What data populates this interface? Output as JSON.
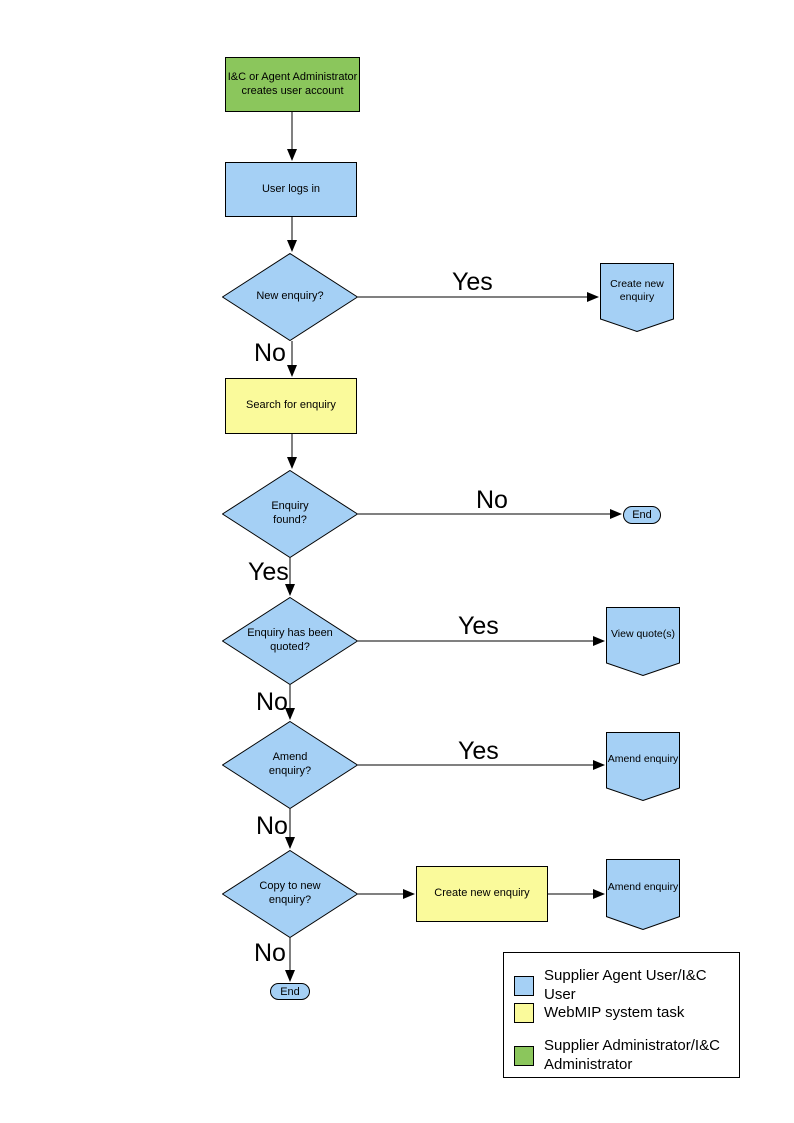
{
  "colors": {
    "user_task_fill": "#A5D0F5",
    "system_task_fill": "#FAFA9B",
    "admin_task_fill": "#8BC65C",
    "outline": "#000000"
  },
  "nodes": {
    "admin_creates_account": "I&C or Agent Administrator creates user account",
    "user_logs_in": "User logs in",
    "new_enquiry": "New enquiry?",
    "create_new_enquiry": "Create new enquiry",
    "search_for_enquiry": "Search for enquiry",
    "enquiry_found": "Enquiry found?",
    "end_not_found": "End",
    "enquiry_has_been_quoted": "Enquiry has been quoted?",
    "view_quotes": "View quote(s)",
    "amend_enquiry_question": "Amend enquiry?",
    "amend_enquiry": "Amend enquiry",
    "copy_to_new_enquiry": "Copy to new enquiry?",
    "create_new_enquiry_2": "Create new enquiry",
    "amend_enquiry_2": "Amend enquiry",
    "end_final": "End"
  },
  "edge_labels": {
    "new_enquiry_yes": "Yes",
    "new_enquiry_no": "No",
    "enquiry_found_no": "No",
    "enquiry_found_yes": "Yes",
    "quoted_yes": "Yes",
    "quoted_no": "No",
    "amend_yes": "Yes",
    "amend_no": "No",
    "copy_no": "No"
  },
  "legend": {
    "items": [
      {
        "color": "#A5D0F5",
        "label": "Supplier Agent User/I&C User"
      },
      {
        "color": "#FAFA9B",
        "label": "WebMIP system task"
      },
      {
        "color": "#8BC65C",
        "label": "Supplier Administrator/I&C Administrator"
      }
    ]
  }
}
